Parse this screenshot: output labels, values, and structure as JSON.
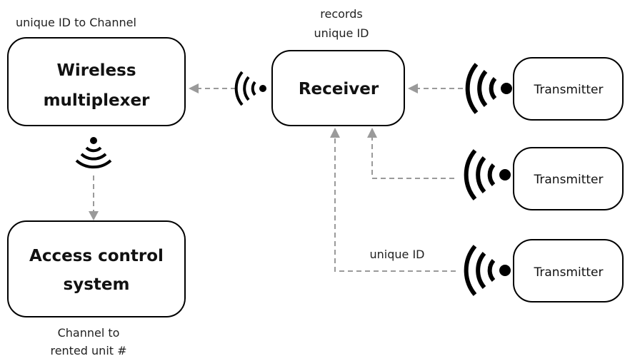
{
  "nodes": {
    "multiplexer": {
      "line1": "Wireless",
      "line2": "multiplexer"
    },
    "receiver": {
      "label": "Receiver"
    },
    "access_control": {
      "line1": "Access control",
      "line2": "system"
    },
    "transmitters": [
      {
        "label": "Transmitter"
      },
      {
        "label": "Transmitter"
      },
      {
        "label": "Transmitter"
      }
    ]
  },
  "annotations": {
    "multiplexer_top": "unique ID to Channel",
    "receiver_top_line1": "records",
    "receiver_top_line2": "unique ID",
    "transmitter_bottom_id": "unique ID",
    "access_bottom_line1": "Channel to",
    "access_bottom_line2": "rented unit #"
  },
  "icons": {
    "wireless_signal": "wireless-signal-icon"
  },
  "colors": {
    "box_stroke": "#000000",
    "connector": "#9a9a9a"
  }
}
